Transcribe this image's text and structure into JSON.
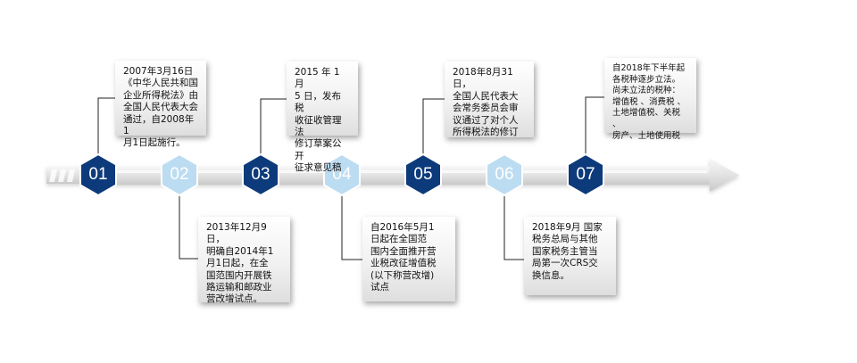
{
  "milestones": [
    {
      "num": "01",
      "text": "2007年3月16日\n《中华人民共和国\n企业所得税法》由\n全国人民代表大会\n通过，自2008年1\n月1日起施行。",
      "color": "#0d3a7a"
    },
    {
      "num": "02",
      "text": "2013年12月9日，\n明确自2014年1\n月1日起，在全\n国范围内开展铁\n路运输和邮政业\n营改增试点。",
      "color": "#bcdcf2"
    },
    {
      "num": "03",
      "text": "2015 年 1 月\n5 日，发布税\n收征收管理法\n修订草案公开\n征求意见稿",
      "color": "#0d3a7a"
    },
    {
      "num": "04",
      "text": "自2016年5月1\n日起在全国范\n围内全面推开营\n业税改征增值税\n(以下称营改增)\n试点",
      "color": "#bcdcf2"
    },
    {
      "num": "05",
      "text": "2018年8月31日，\n全国人民代表大\n会常务委员会审\n议通过了对个人\n所得税法的修订",
      "color": "#0d3a7a"
    },
    {
      "num": "06",
      "text": "2018年9月 国家\n税务总局与其他\n国家税务主管当\n局第一次CRS交\n换信息。",
      "color": "#bcdcf2"
    },
    {
      "num": "07",
      "text": "自2018年下半年起\n各税种逐步立法。\n尚未立法的税种：\n增值税 、消费税 、\n土地增值税、关税 、\n房产、土地使用税",
      "color": "#0d3a7a"
    }
  ]
}
